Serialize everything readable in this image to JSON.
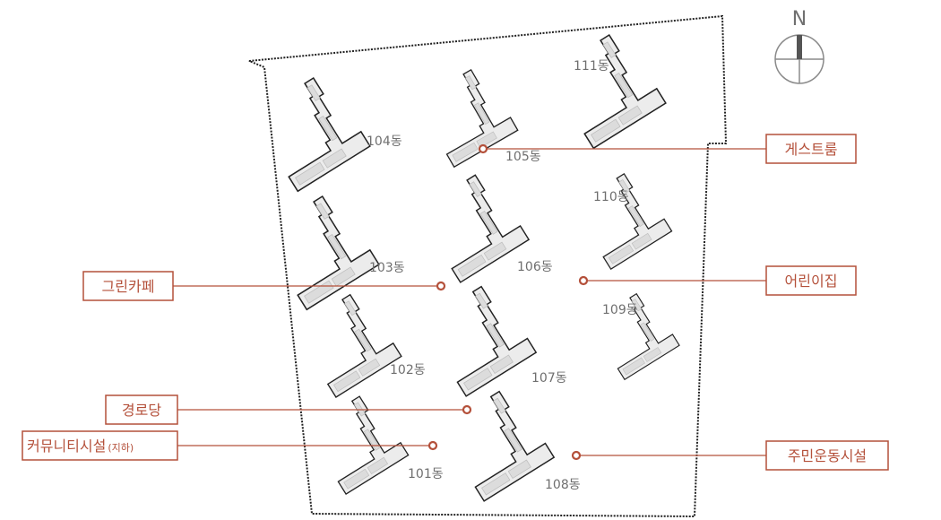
{
  "compass": {
    "label": "N"
  },
  "buildings": [
    {
      "id": "101",
      "label": "101동"
    },
    {
      "id": "102",
      "label": "102동"
    },
    {
      "id": "103",
      "label": "103동"
    },
    {
      "id": "104",
      "label": "104동"
    },
    {
      "id": "105",
      "label": "105동"
    },
    {
      "id": "106",
      "label": "106동"
    },
    {
      "id": "107",
      "label": "107동"
    },
    {
      "id": "108",
      "label": "108동"
    },
    {
      "id": "109",
      "label": "109동"
    },
    {
      "id": "110",
      "label": "110동"
    },
    {
      "id": "111",
      "label": "111동"
    }
  ],
  "facilities": [
    {
      "id": "guestroom",
      "label": "게스트룸"
    },
    {
      "id": "green-cafe",
      "label": "그린카페"
    },
    {
      "id": "daycare",
      "label": "어린이집"
    },
    {
      "id": "senior-center",
      "label": "경로당"
    },
    {
      "id": "community",
      "label": "커뮤니티시설",
      "sub": "(지하)"
    },
    {
      "id": "fitness",
      "label": "주민운동시설"
    }
  ],
  "colors": {
    "accent": "#b4503a",
    "outline": "#222222",
    "building_fill": "#ececec",
    "label_gray": "#6f6f6f"
  }
}
